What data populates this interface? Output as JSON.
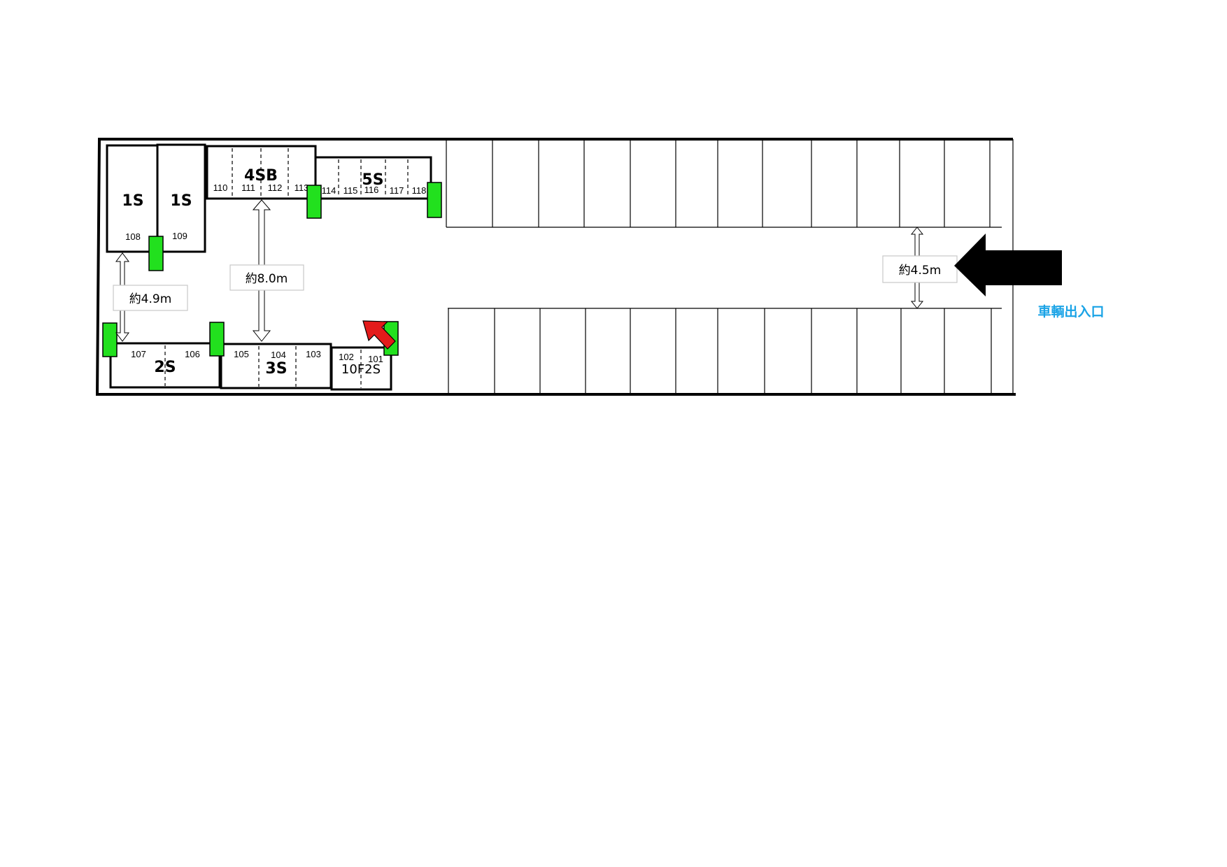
{
  "buildings": {
    "b1s_a": {
      "label": "1S",
      "unit": "108"
    },
    "b1s_b": {
      "label": "1S",
      "unit": "109"
    },
    "b4sb": {
      "label": "4SB",
      "units": [
        "110",
        "111",
        "112",
        "113"
      ]
    },
    "b5s": {
      "label": "5S",
      "units": [
        "114",
        "115",
        "116",
        "117",
        "118"
      ]
    },
    "b2s": {
      "label": "2S",
      "units": [
        "107",
        "106"
      ]
    },
    "b3s": {
      "label": "3S",
      "units": [
        "105",
        "104",
        "103"
      ]
    },
    "b10f2s": {
      "label": "10F2S",
      "units": [
        "102",
        "101"
      ]
    }
  },
  "dimensions": {
    "aisle_left": "約4.9m",
    "aisle_center": "約8.0m",
    "aisle_right": "約4.5m"
  },
  "entrance": {
    "label": "車輌出入口",
    "color": "#1aa3e6"
  },
  "colors": {
    "door": "#22e01e",
    "marker": "#e31b1b"
  }
}
